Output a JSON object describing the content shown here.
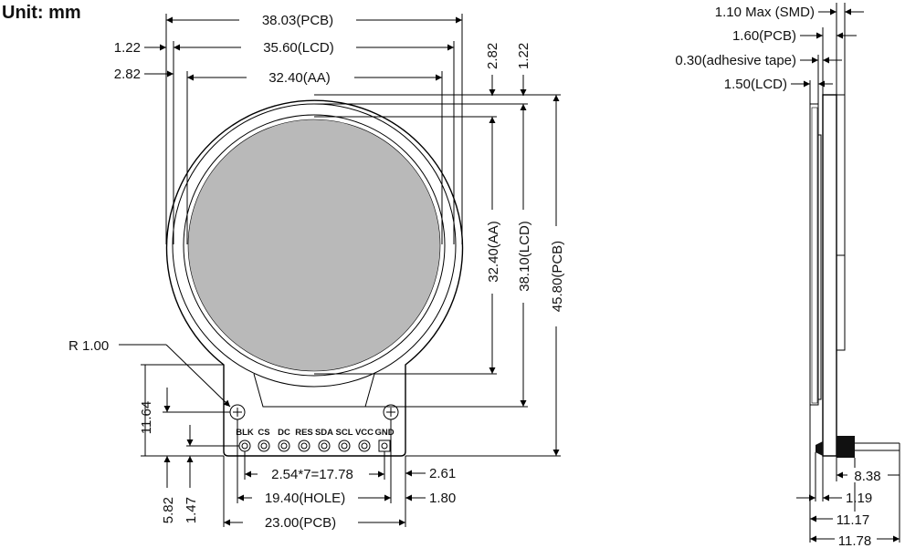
{
  "unit_label": "Unit: mm",
  "front_view": {
    "pcb_width": "38.03(PCB)",
    "lcd_width": "35.60(LCD)",
    "aa_width": "32.40(AA)",
    "left_offset_lcd": "1.22",
    "left_offset_aa": "2.82",
    "right_offset_aa": "2.82",
    "right_offset_lcd": "1.22",
    "aa_height": "32.40(AA)",
    "lcd_height": "38.10(LCD)",
    "pcb_height": "45.80(PCB)",
    "corner_radius": "R 1.00",
    "tab_height": "11.64",
    "hole_offset": "5.82",
    "pin_offset": "1.47",
    "pin_pitch": "2.54*7=17.78",
    "hole_span": "19.40(HOLE)",
    "tab_width": "23.00(PCB)",
    "right_pin_margin": "2.61",
    "right_hole_margin": "1.80",
    "pins": [
      "BLK",
      "CS",
      "DC",
      "RES",
      "SDA",
      "SCL",
      "VCC",
      "GND"
    ]
  },
  "side_view": {
    "smd_max": "1.10 Max (SMD)",
    "pcb_thickness": "1.60(PCB)",
    "adhesive": "0.30(adhesive tape)",
    "lcd_thickness": "1.50(LCD)",
    "header_length": "8.38",
    "pin_thickness": "1.19",
    "depth_a": "11.17",
    "depth_b": "11.78"
  }
}
